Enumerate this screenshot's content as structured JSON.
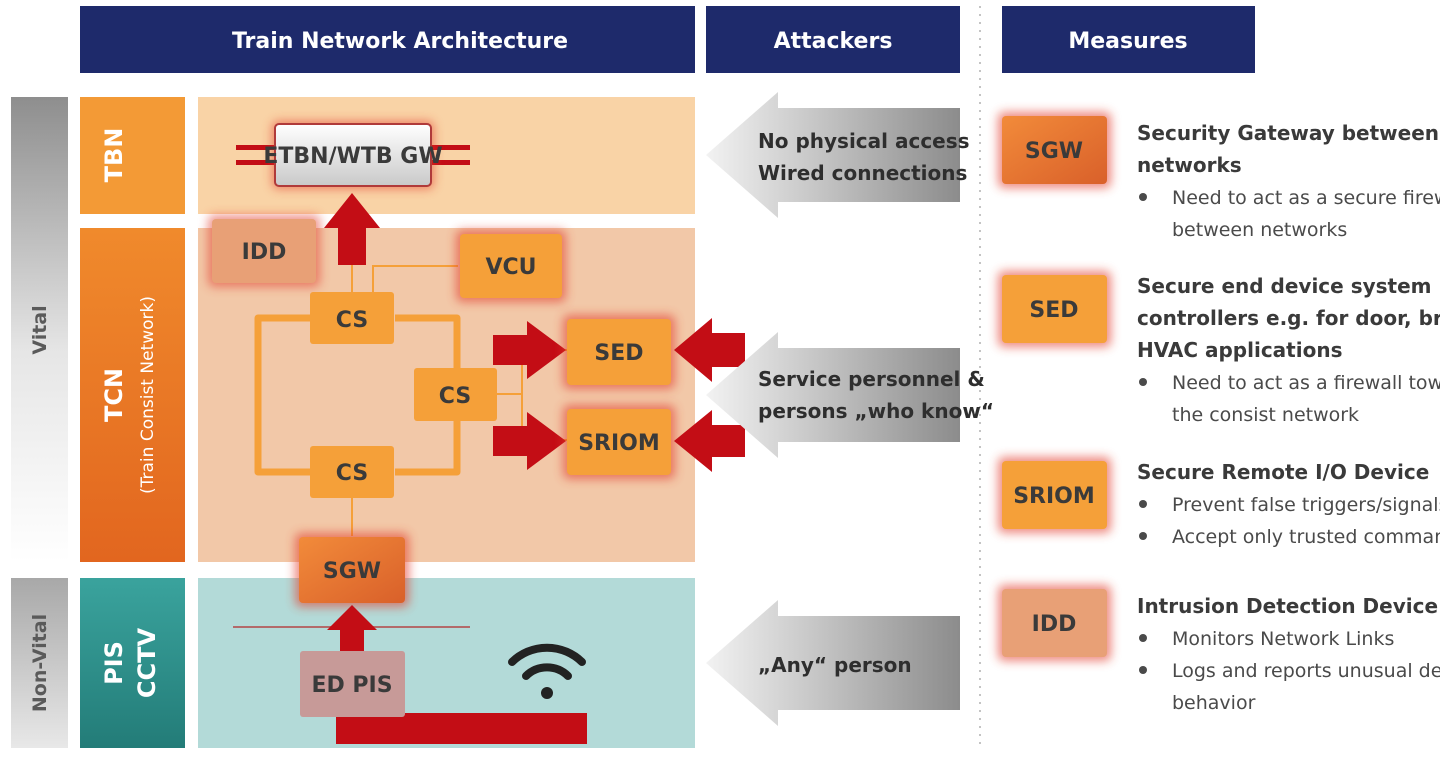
{
  "headers": {
    "architecture": "Train Network Architecture",
    "attackers": "Attackers",
    "measures": "Measures"
  },
  "side": {
    "vital": "Vital",
    "non_vital": "Non-Vital",
    "tbn": "TBN",
    "tcn": "TCN",
    "tcn_sub": "(Train Consist Network)",
    "pis": "PIS",
    "cctv": "CCTV"
  },
  "nodes": {
    "etbn": "ETBN/WTB GW",
    "idd": "IDD",
    "vcu": "VCU",
    "cs_top": "CS",
    "cs_mid": "CS",
    "cs_bottom": "CS",
    "sed": "SED",
    "sriom": "SRIOM",
    "sgw": "SGW",
    "ed_pis": "ED PIS"
  },
  "attackers": {
    "tbn": [
      "No physical access",
      "Wired connections"
    ],
    "tcn": [
      "Service personnel &",
      "persons „who know“"
    ],
    "pis": [
      "„Any“ person"
    ]
  },
  "measures": [
    {
      "badge": "SGW",
      "title": [
        "Security Gateway between",
        "networks"
      ],
      "bullets": [
        [
          "Need to act as a secure firewall",
          "between networks"
        ]
      ]
    },
    {
      "badge": "SED",
      "title": [
        "Secure end device system",
        "controllers e.g. for door, break,",
        "HVAC applications"
      ],
      "bullets": [
        [
          "Need to act as a firewall towards",
          "the consist network"
        ]
      ]
    },
    {
      "badge": "SRIOM",
      "title": [
        "Secure Remote I/O Device"
      ],
      "bullets": [
        [
          "Prevent false triggers/signals"
        ],
        [
          "Accept only trusted commands"
        ]
      ]
    },
    {
      "badge": "IDD",
      "title": [
        "Intrusion Detection Device"
      ],
      "bullets": [
        [
          "Monitors Network Links"
        ],
        [
          "Logs and reports unusual device",
          "behavior"
        ]
      ]
    }
  ],
  "colors": {
    "header": "#1e2a6b",
    "tbn_band": "#f9d3a6",
    "tcn_band": "#f2c8a8",
    "pis_band": "#b3dad8",
    "orange_box": "#f5a039",
    "secure_glow": "#e23a2a",
    "arrow_red": "#c30d15",
    "arrow_grey": "#9a9a9a",
    "pis_label": "#2a9590"
  }
}
